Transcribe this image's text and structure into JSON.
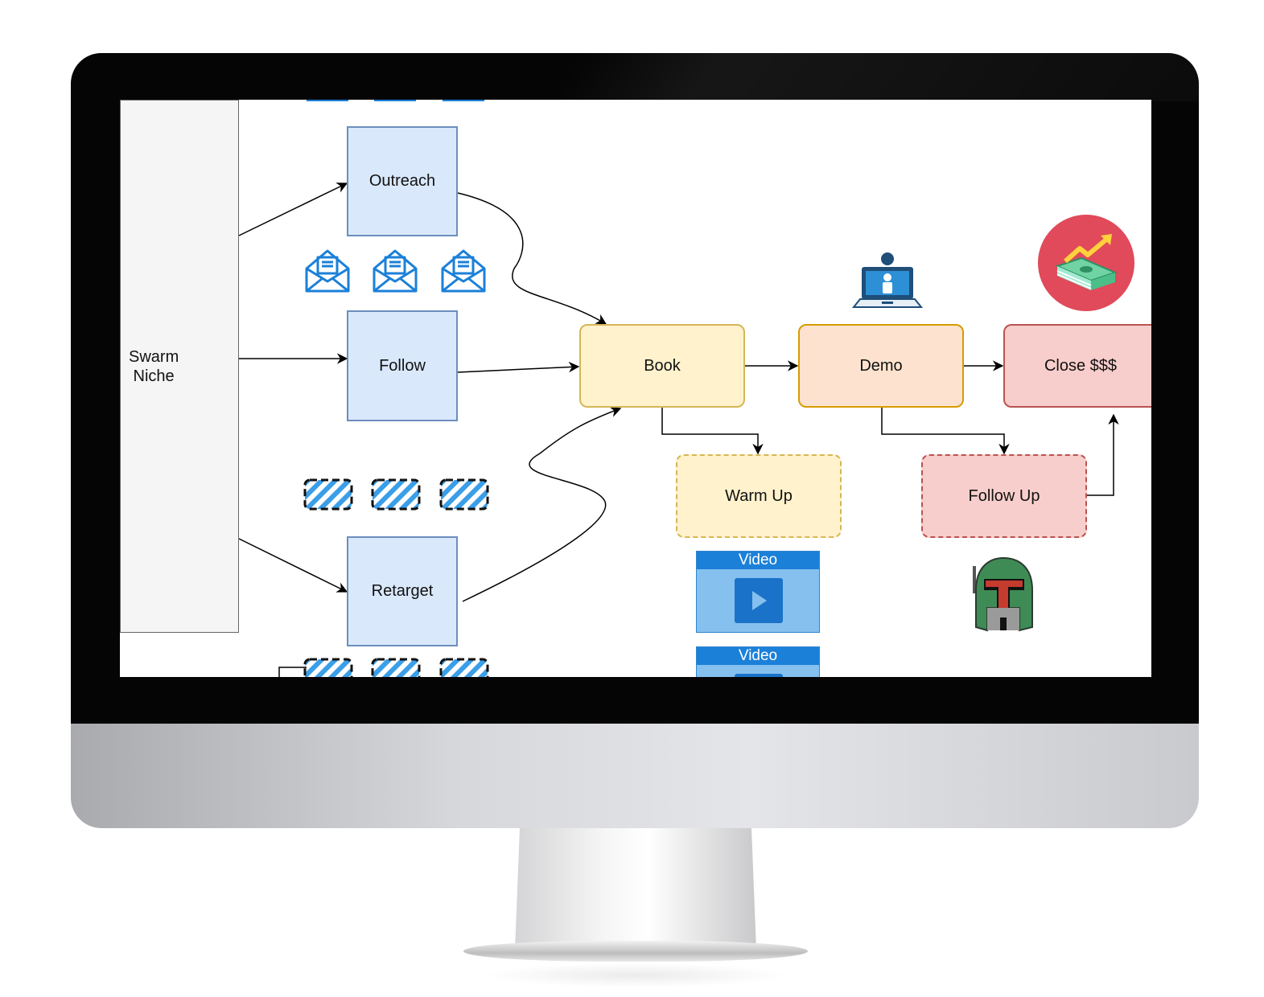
{
  "diagram": {
    "lane": {
      "label": "Swarm\nNiche"
    },
    "nodes": {
      "outreach": "Outreach",
      "follow": "Follow",
      "retarget": "Retarget",
      "book": "Book",
      "demo": "Demo",
      "close": "Close $$$",
      "warm_up": "Warm Up",
      "follow_up": "Follow Up"
    },
    "video_cards": [
      {
        "label": "Video"
      },
      {
        "label": "Video"
      }
    ],
    "icons": [
      "email-icon",
      "ticket-icon",
      "laptop-user-icon",
      "money-growth-icon",
      "helmet-icon",
      "video-player-icon"
    ],
    "colors": {
      "blue_fill": "#dae8fc",
      "blue_stroke": "#6c8ebf",
      "yellow_fill": "#fff2cc",
      "yellow_stroke": "#d6b656",
      "orange_fill": "#fde3cf",
      "orange_stroke": "#d79b00",
      "pink_fill": "#f8cecc",
      "pink_stroke": "#b85450",
      "icon_blue": "#1b80d8",
      "money_circle": "#e04a5a"
    }
  }
}
